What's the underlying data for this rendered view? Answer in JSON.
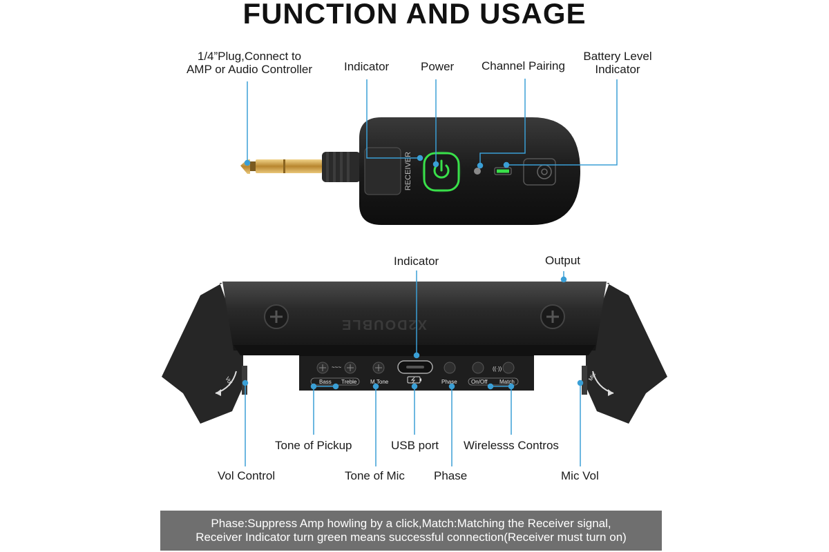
{
  "title": "FUNCTION AND USAGE",
  "receiver": {
    "plug_label_line1": "1/4”Plug,Connect to",
    "plug_label_line2": "AMP or Audio Controller",
    "indicator_label": "Indicator",
    "power_label": "Power",
    "pairing_label": "Channel Pairing",
    "battery_label_line1": "Battery Level",
    "battery_label_line2": "Indicator",
    "device_text": "RECEIVER"
  },
  "transmitter": {
    "indicator_label": "Indicator",
    "output_label": "Output",
    "brand_text": "X2DOUBLE",
    "panel": {
      "bass": "Bass",
      "treble": "Treble",
      "mtone": "M.Tone",
      "phase": "Phase",
      "onoff": "On/Off",
      "match": "Match",
      "vol_knob": "Vol.",
      "mic_knob": "Mic"
    },
    "tone_pickup_label": "Tone of Pickup",
    "usb_label": "USB port",
    "wireless_label": "Wirelesss Contros",
    "vol_label": "Vol Control",
    "tone_mic_label": "Tone of Mic",
    "phase_label": "Phase",
    "mic_vol_label": "Mic Vol"
  },
  "note": {
    "line1": "Phase:Suppress Amp howling by a click,Match:Matching the Receiver signal,",
    "line2": "Receiver Indicator turn green means successful connection(Receiver must turn on)"
  },
  "colors": {
    "callout": "#3a9fd6",
    "device": "#1c1c1c",
    "power_glow": "#39e04a",
    "plug_gold": "#c9a24a",
    "note_bg": "#6f6f6f"
  }
}
